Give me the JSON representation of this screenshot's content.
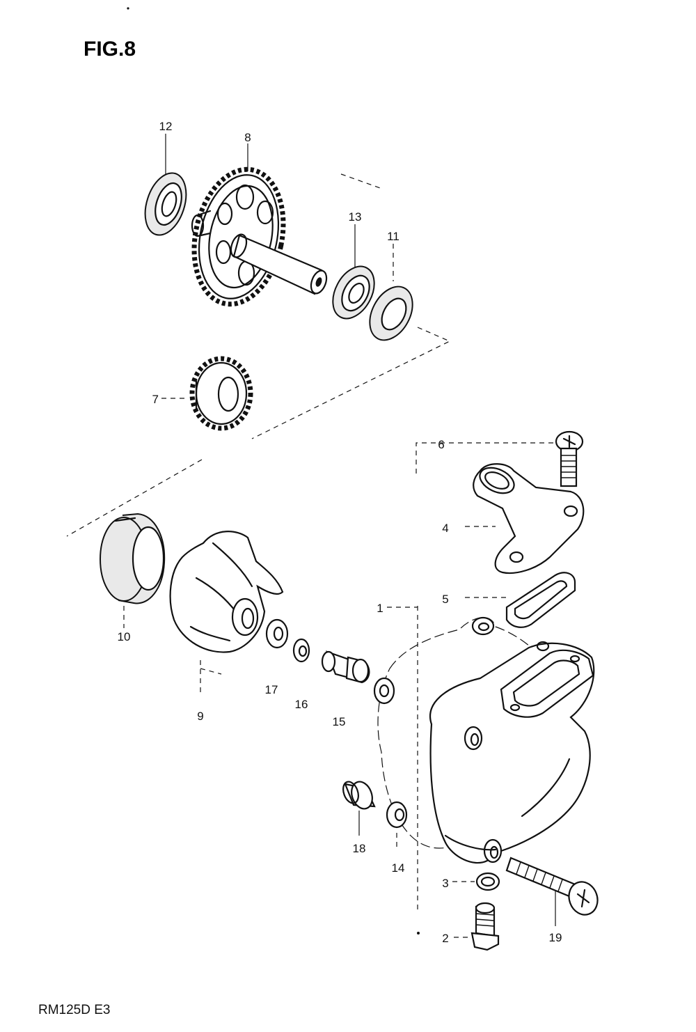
{
  "figure": {
    "title": "FIG.8",
    "model_code": "RM125D E3"
  },
  "callouts": [
    {
      "id": "c1",
      "text": "1"
    },
    {
      "id": "c2",
      "text": "2"
    },
    {
      "id": "c3",
      "text": "3"
    },
    {
      "id": "c4",
      "text": "4"
    },
    {
      "id": "c5",
      "text": "5"
    },
    {
      "id": "c6",
      "text": "6"
    },
    {
      "id": "c7",
      "text": "7"
    },
    {
      "id": "c8",
      "text": "8"
    },
    {
      "id": "c9",
      "text": "9"
    },
    {
      "id": "c10",
      "text": "10"
    },
    {
      "id": "c11",
      "text": "11"
    },
    {
      "id": "c12",
      "text": "12"
    },
    {
      "id": "c13",
      "text": "13"
    },
    {
      "id": "c14",
      "text": "14"
    },
    {
      "id": "c15",
      "text": "15"
    },
    {
      "id": "c16",
      "text": "16"
    },
    {
      "id": "c17",
      "text": "17"
    },
    {
      "id": "c18",
      "text": "18"
    },
    {
      "id": "c19",
      "text": "19"
    }
  ]
}
